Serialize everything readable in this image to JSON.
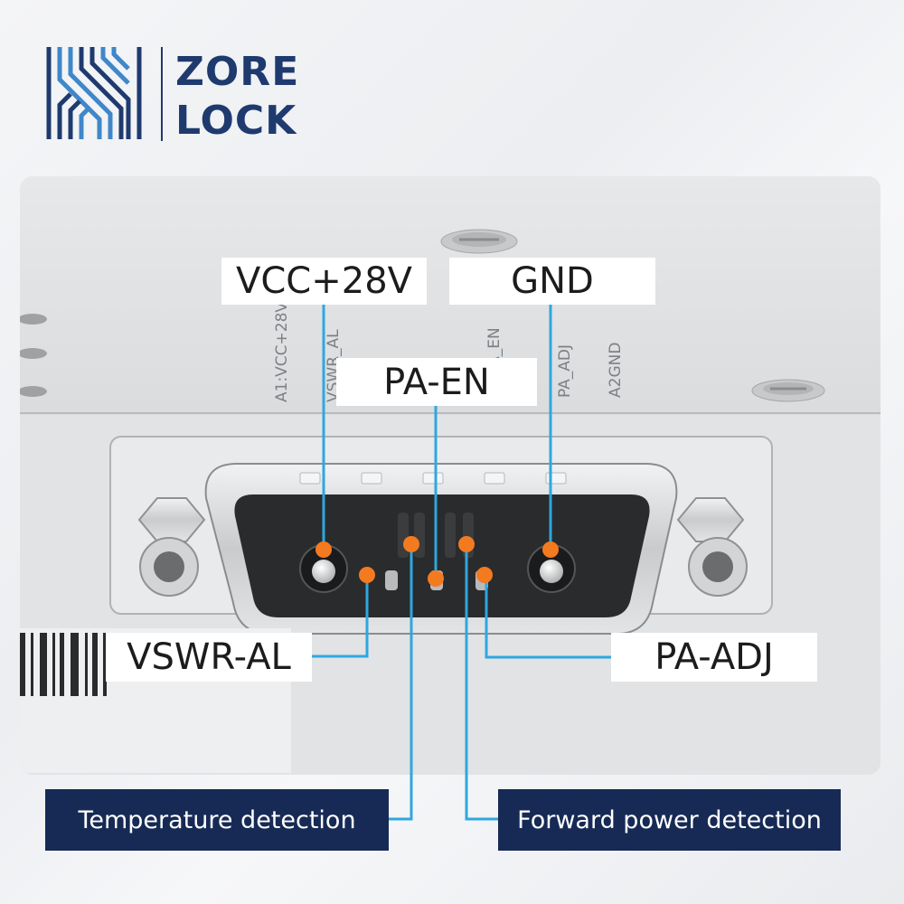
{
  "brand": {
    "line1": "ZORE",
    "line2": "LOCK",
    "color": "#1f3a6e",
    "icon": "zorelock-logo-mark"
  },
  "silkscreen": [
    "A1:VCC+28V",
    "VSWR_AL",
    "PA_EN",
    "PA_ADJ",
    "A2GND"
  ],
  "pins": {
    "vcc": "VCC+28V",
    "gnd": "GND",
    "pa_en": "PA-EN",
    "vswr": "VSWR-AL",
    "pa_adj": "PA-ADJ"
  },
  "captions": {
    "temperature": "Temperature detection",
    "forward_power": "Forward power detection"
  },
  "colors": {
    "leader": "#2ea7e0",
    "dot": "#f47a20",
    "caption_bg": "#172a55"
  }
}
